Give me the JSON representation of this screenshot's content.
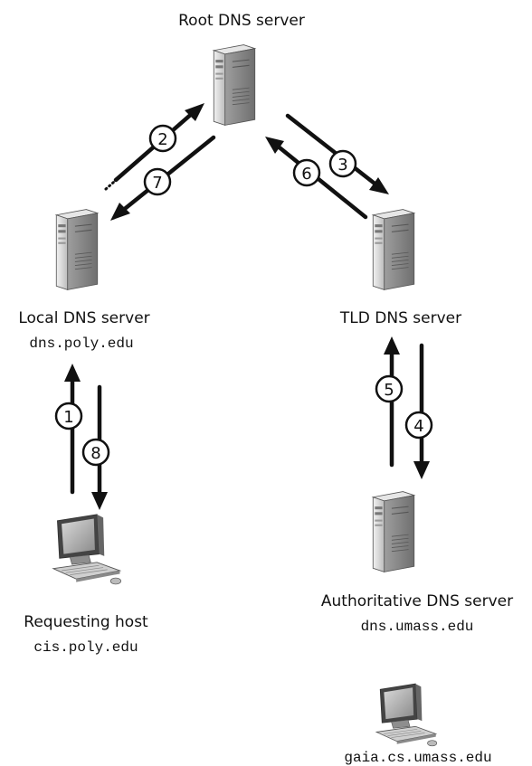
{
  "nodes": {
    "root": {
      "title": "Root DNS server",
      "host": ""
    },
    "local": {
      "title": "Local DNS server",
      "host": "dns.poly.edu"
    },
    "tld": {
      "title": "TLD DNS server",
      "host": ""
    },
    "auth": {
      "title": "Authoritative DNS server",
      "host": "dns.umass.edu"
    },
    "requesting": {
      "title": "Requesting host",
      "host": "cis.poly.edu"
    },
    "gaia": {
      "title": "",
      "host": "gaia.cs.umass.edu"
    }
  },
  "steps": [
    "1",
    "2",
    "3",
    "4",
    "5",
    "6",
    "7",
    "8"
  ],
  "icons": {
    "server": "server-tower-icon",
    "host": "desktop-computer-icon"
  }
}
